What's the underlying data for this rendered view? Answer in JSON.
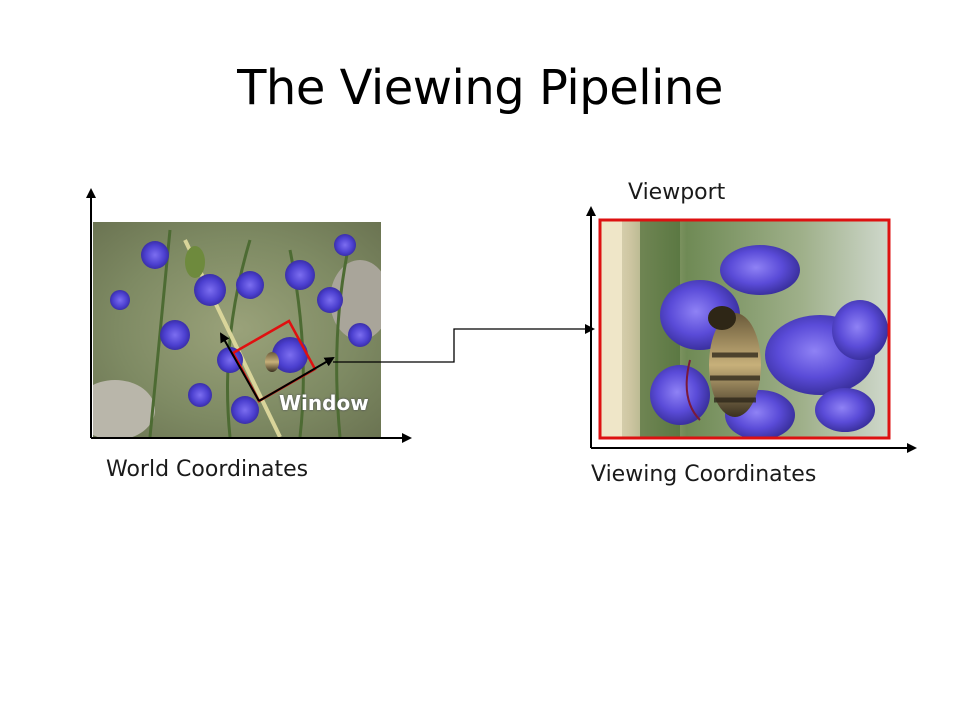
{
  "slide": {
    "title": "The Viewing Pipeline"
  },
  "left_panel": {
    "caption": "World Coordinates",
    "window_label": "Window",
    "window_color": "#e01010"
  },
  "right_panel": {
    "top_label": "Viewport",
    "caption": "Viewing Coordinates",
    "viewport_color": "#dd1111"
  }
}
